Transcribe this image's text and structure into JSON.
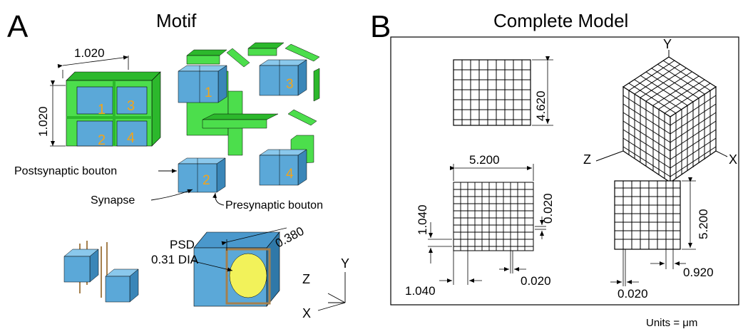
{
  "panel_a": {
    "letter": "A",
    "title": "Motif",
    "dim_width": "1.020",
    "dim_height": "1.020",
    "cube_labels": [
      "1",
      "2",
      "3",
      "4"
    ],
    "label_postsynaptic": "Postsynaptic bouton",
    "label_synapse": "Synapse",
    "label_presynaptic": "Presynaptic bouton",
    "psd_label": "PSD",
    "psd_dia": "0.31 DIA",
    "dim_psd": "0.380",
    "axis_z": "Z",
    "axis_y": "Y",
    "axis_x": "X"
  },
  "panel_b": {
    "letter": "B",
    "title": "Complete Model",
    "dim_top_height": "4.620",
    "dim_front_width": "5.200",
    "dim_front_cell": "1.040",
    "dim_front_gap": "0.020",
    "dim_front_bottom_left": "1.040",
    "dim_front_bottom_right": "0.020",
    "dim_side_height": "5.200",
    "dim_side_right": "0.920",
    "dim_side_bottom": "0.020",
    "axis_y": "Y",
    "axis_z": "Z",
    "axis_x": "X",
    "units_label": "Units = μm"
  },
  "colors": {
    "blue": "#5ba8d8",
    "blue_dark": "#3a86b8",
    "blue_light": "#8ac8ec",
    "green": "#4cde4c",
    "green_dark": "#2cb82c",
    "orange": "#f4a418",
    "yellow": "#f2f25a",
    "bronze": "#a5804e"
  }
}
